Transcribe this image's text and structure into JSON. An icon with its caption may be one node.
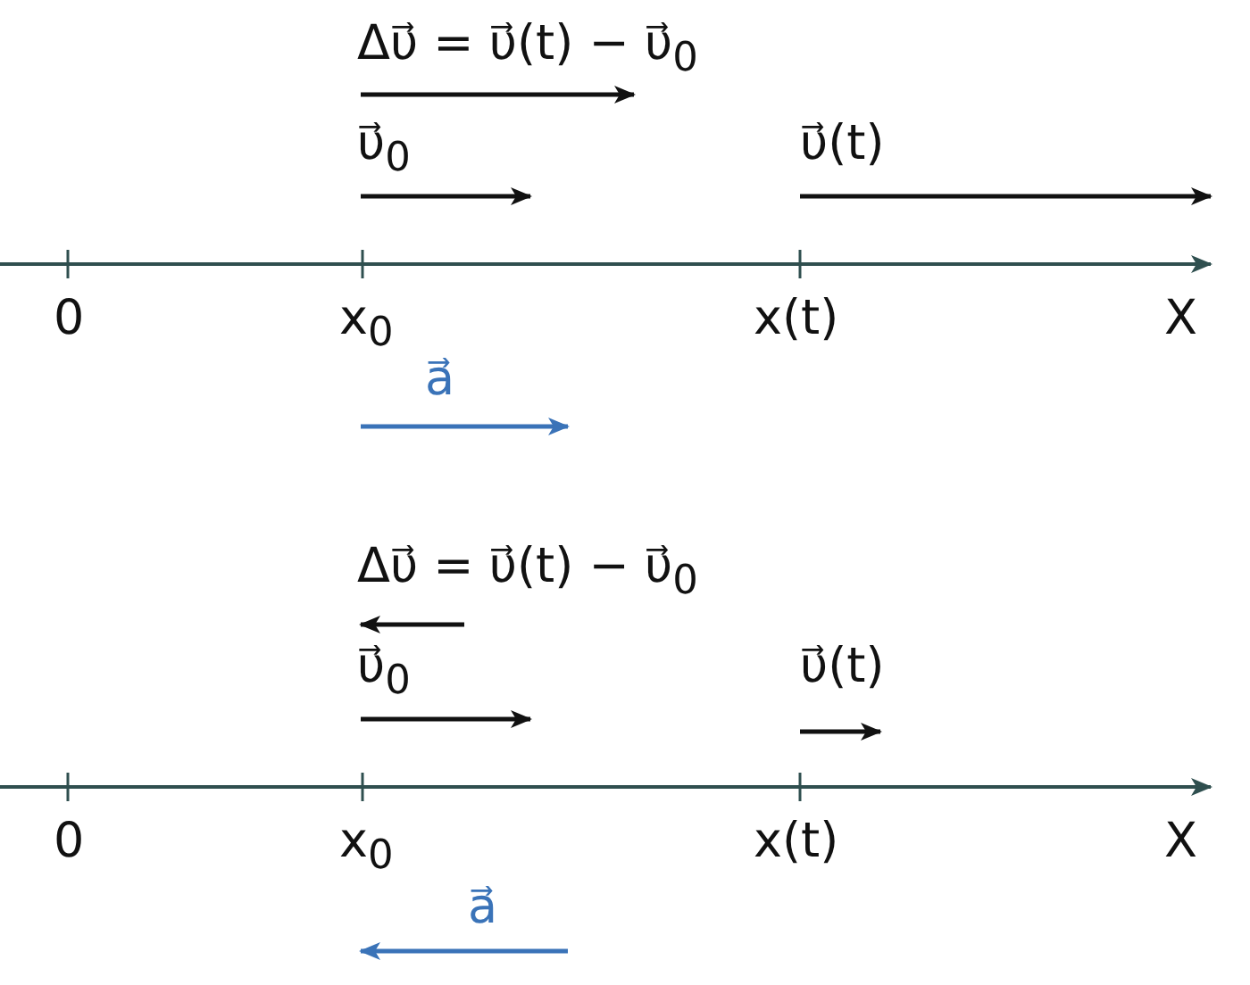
{
  "diagram": {
    "labels": [
      "Δυ⃗ = υ⃗(t) − υ⃗$_{0}$",
      "υ⃗$_{0}$",
      "υ⃗(t)",
      "0",
      "x$_{0}$",
      "x(t)",
      "X",
      "a⃗",
      "Δυ⃗ = υ⃗(t) − υ⃗$_{0}$",
      "υ⃗$_{0}$",
      "υ⃗(t)",
      "0",
      "x$_{0}$",
      "x(t)",
      "X",
      "a⃗"
    ]
  }
}
